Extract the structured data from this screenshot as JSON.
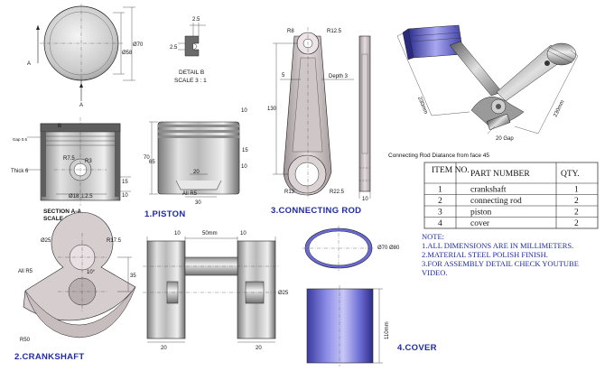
{
  "piston": {
    "dia_outer": "Ø70",
    "dia_inner": "Ø58",
    "section_arrow_label": "A",
    "detail_dim_top": "2.5",
    "detail_dim_left": "2.5",
    "detail_title": "DETAIL B",
    "detail_scale": "SCALE 3 : 1",
    "detail_marker": "B",
    "gap": "Gap 0.5",
    "thick": "Thick 6",
    "r7_5": "R7.5",
    "r3": "R3",
    "pin_hole": "Ø18 ⊥2.5",
    "section_title": "SECTION A-A",
    "section_scale": "SCALE 1 : 1.5",
    "h70": "70",
    "h65": "65",
    "d15": "15",
    "d10": "10",
    "d20": "20",
    "d30": "30",
    "all_r5": "All R5",
    "title": "1.PISTON"
  },
  "conrod": {
    "r8": "R8",
    "r12_5": "R12.5",
    "d5": "5",
    "depth": "Depth 3",
    "h130": "130",
    "r13": "R13",
    "r22_5": "R22.5",
    "d10": "10",
    "title": "3.CONNECTING ROD"
  },
  "assembly": {
    "dim_left": "230mm",
    "dim_right": "230mm",
    "gap": "20 Gap",
    "caption": "Connecting Rod Diatance from face 45"
  },
  "bom": {
    "headers": [
      "ITEM NO.",
      "PART NUMBER",
      "QTY."
    ],
    "rows": [
      {
        "item": "1",
        "part": "crankshaft",
        "qty": "1"
      },
      {
        "item": "2",
        "part": "connecting rod",
        "qty": "2"
      },
      {
        "item": "3",
        "part": "piston",
        "qty": "2"
      },
      {
        "item": "4",
        "part": "cover",
        "qty": "2"
      }
    ]
  },
  "notes": {
    "heading": "NOTE:",
    "lines": [
      "1.ALL DIMENSIONS ARE IN MILLIMETERS.",
      "2.MATERIAL STEEL POLISH FINISH.",
      "3.FOR ASSEMBLY DETAIL CHECK YOUTUBE",
      "VIDEO."
    ]
  },
  "crankshaft": {
    "dia25": "Ø25",
    "r17_5": "R17.5",
    "all_r5": "All R5",
    "angle": "10°",
    "d35": "35",
    "r50": "R50",
    "d10a": "10",
    "d50mm": "50mm",
    "d10b": "10",
    "dia25_side": "Ø25",
    "d20a": "20",
    "d20b": "20",
    "title": "2.CRANKSHAFT"
  },
  "cover": {
    "dias": "Ø70 Ø80",
    "height": "110mm",
    "title": "4.COVER"
  }
}
